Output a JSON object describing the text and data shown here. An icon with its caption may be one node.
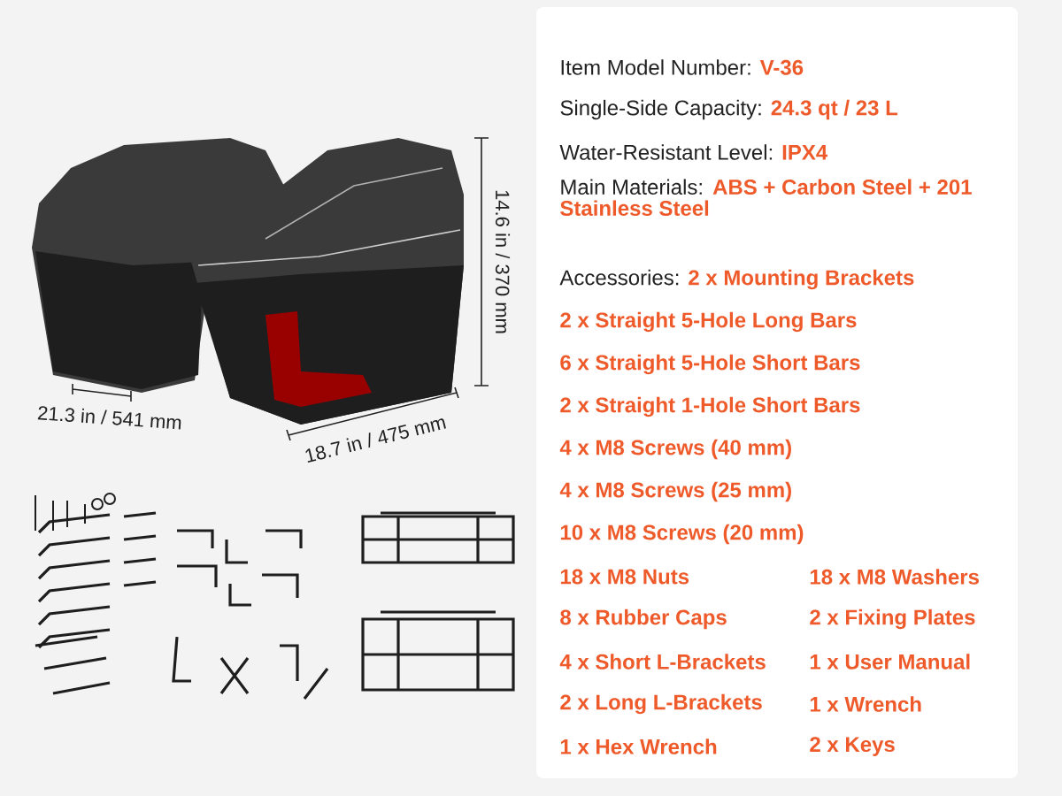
{
  "diagram": {
    "labels": [
      "Item Model Number:",
      "V-36",
      "Single-Side Capacity:",
      "24.3 qt / 23 L",
      "Water-Resistant Level:",
      "IPX4",
      "Main Materials:",
      "ABS + Carbon Steel + 201 Stainless Steel",
      "Accessories:",
      "2 x Mounting Brackets",
      "2 x Straight 5-Hole Long Bars",
      "6 x Straight 5-Hole Short Bars",
      "2 x Straight 1-Hole Short Bars",
      "4 x M8 Screws (40 mm)",
      "4 x M8 Screws (25 mm)",
      "10 x M8 Screws (20 mm)",
      "18 x M8 Nuts",
      "18 x M8 Washers",
      "8 x Rubber Caps",
      "2 x Fixing Plates",
      "4 x Short L-Brackets",
      "1 x User Manual",
      "2 x Long L-Brackets",
      "1 x Wrench",
      "1 x Hex Wrench",
      "2 x Keys",
      "14.6 in / 370 mm",
      "21.3 in / 541 mm",
      "18.7 in / 475 mm"
    ]
  }
}
